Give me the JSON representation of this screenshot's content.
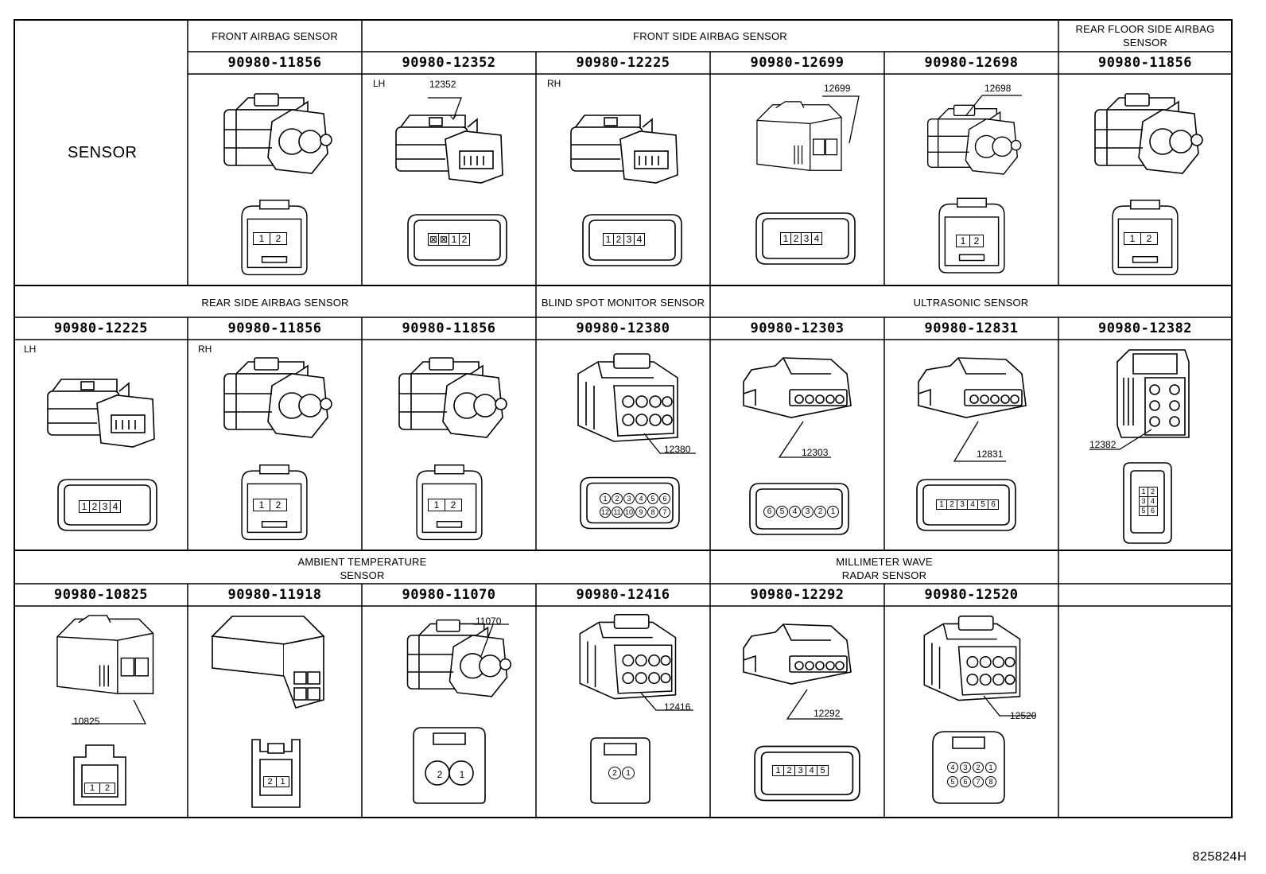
{
  "row_label": "SENSOR",
  "footer_code": "825824H",
  "headers": {
    "front_airbag": "FRONT AIRBAG SENSOR",
    "front_side_airbag": "FRONT SIDE AIRBAG SENSOR",
    "rear_floor_side_airbag": "REAR FLOOR SIDE AIRBAG\nSENSOR",
    "rear_side_airbag": "REAR SIDE AIRBAG SENSOR",
    "blind_spot": "BLIND SPOT MONITOR SENSOR",
    "ultrasonic": "ULTRASONIC SENSOR",
    "ambient_temp": "AMBIENT TEMPERATURE\nSENSOR",
    "millimeter_wave": "MILLIMETER WAVE\nRADAR SENSOR"
  },
  "row1": {
    "parts": [
      "90980-11856",
      "90980-12352",
      "90980-12225",
      "90980-12699",
      "90980-12698",
      "90980-11856"
    ],
    "sides": {
      "c2": "LH",
      "c3": "RH"
    },
    "callouts": {
      "c2": "12352",
      "c4": "12699",
      "c5": "12698"
    },
    "pins": {
      "c1": [
        "1",
        "2"
      ],
      "c2": [
        "1",
        "2"
      ],
      "c3": [
        "1",
        "2",
        "3",
        "4"
      ],
      "c4": [
        "1",
        "2",
        "3",
        "4"
      ],
      "c5": [
        "1",
        "2"
      ],
      "c6": [
        "1",
        "2"
      ]
    }
  },
  "row2": {
    "parts": [
      "90980-12225",
      "90980-11856",
      "90980-11856",
      "90980-12380",
      "90980-12303",
      "90980-12831",
      "90980-12382"
    ],
    "sides": {
      "c1": "LH",
      "c2": "RH"
    },
    "callouts": {
      "c4": "12380",
      "c5": "12303",
      "c6": "12831",
      "c7": "12382"
    },
    "pins": {
      "c1": [
        "1",
        "2",
        "3",
        "4"
      ],
      "c2": [
        "1",
        "2"
      ],
      "c3": [
        "1",
        "2"
      ],
      "c4_top": [
        "1",
        "2",
        "3",
        "4",
        "5",
        "6"
      ],
      "c4_bot": [
        "12",
        "11",
        "10",
        "9",
        "8",
        "7"
      ],
      "c5": [
        "6",
        "5",
        "4",
        "3",
        "2",
        "1"
      ],
      "c6": [
        "1",
        "2",
        "3",
        "4",
        "5",
        "6"
      ],
      "c7": [
        "1",
        "2",
        "3",
        "4",
        "5",
        "6"
      ]
    }
  },
  "row3": {
    "parts": [
      "90980-10825",
      "90980-11918",
      "90980-11070",
      "90980-12416",
      "90980-12292",
      "90980-12520"
    ],
    "callouts": {
      "c1": "10825",
      "c3": "11070",
      "c4": "12416",
      "c5": "12292",
      "c6": "12520"
    },
    "pins": {
      "c1": [
        "1",
        "2"
      ],
      "c2": [
        "2",
        "1"
      ],
      "c3": [
        "2",
        "1"
      ],
      "c4": [
        "2",
        "1"
      ],
      "c5": [
        "1",
        "2",
        "3",
        "4",
        "5"
      ],
      "c6_top": [
        "4",
        "3",
        "2",
        "1"
      ],
      "c6_bot": [
        "5",
        "6",
        "7",
        "8"
      ]
    }
  }
}
